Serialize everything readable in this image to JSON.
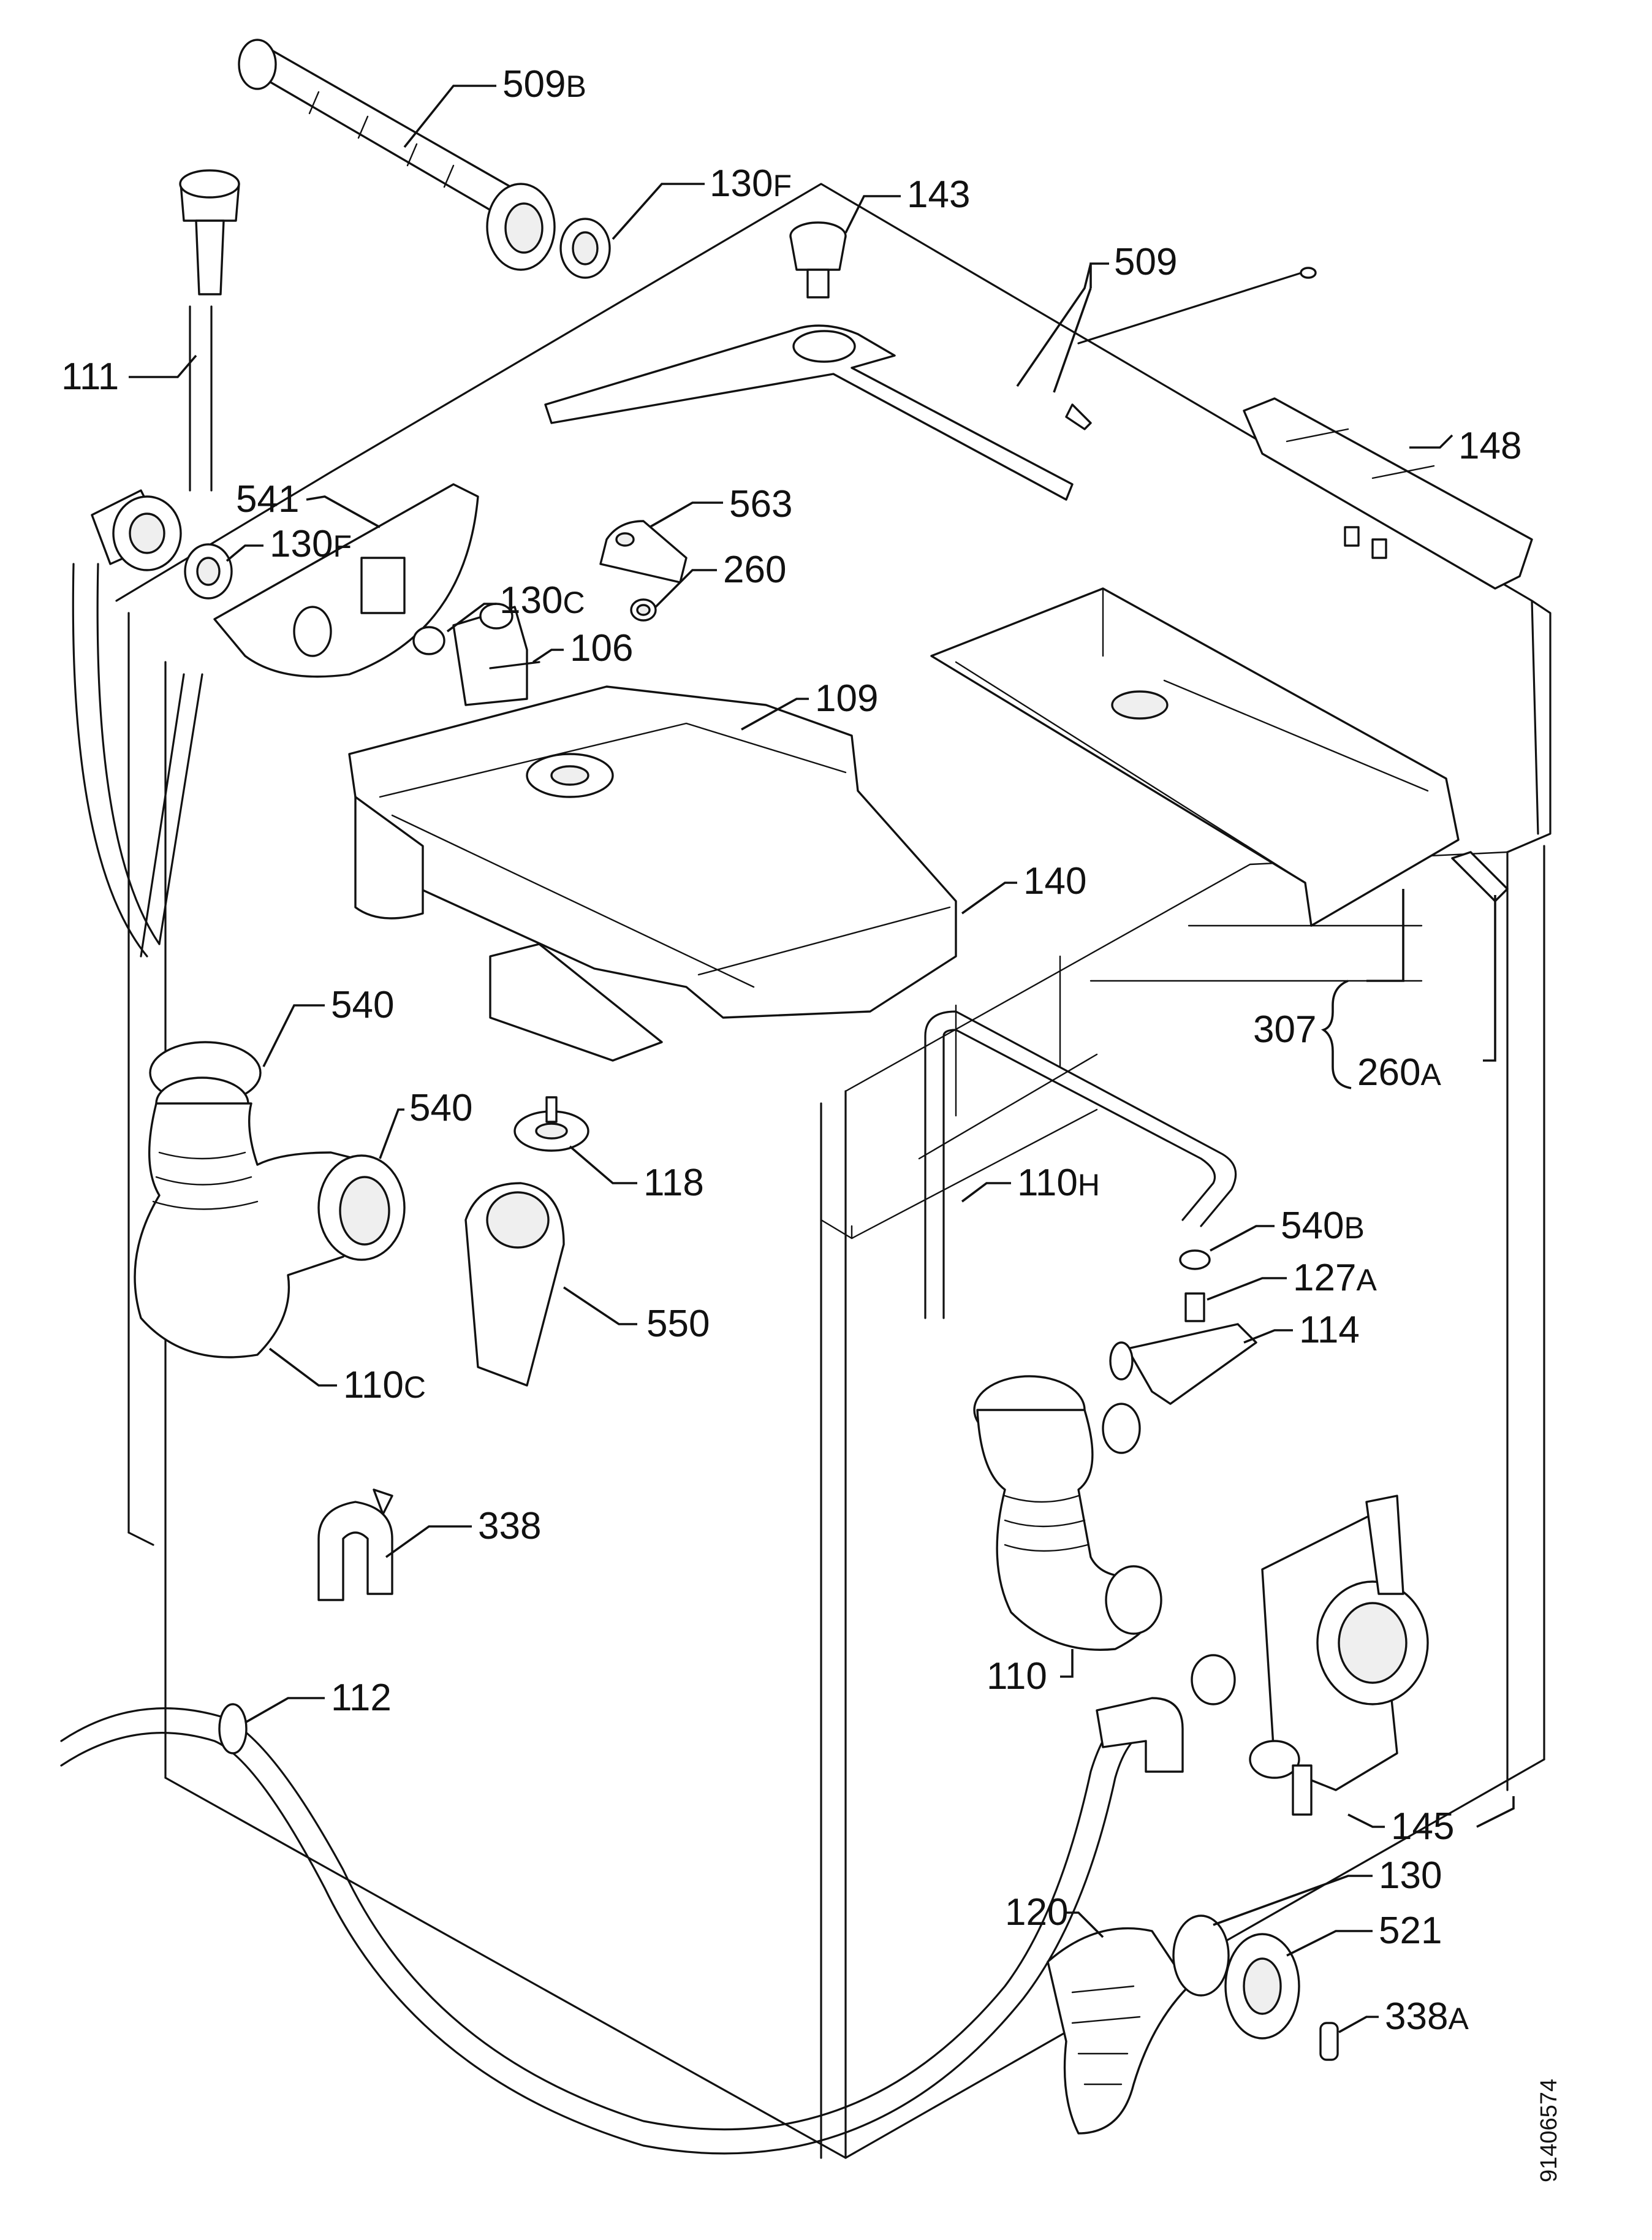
{
  "document_code": "91406574",
  "labels": [
    {
      "id": "509b",
      "num": "509",
      "suf": "B"
    },
    {
      "id": "130f_top",
      "num": "130",
      "suf": "F"
    },
    {
      "id": "143",
      "num": "143",
      "suf": ""
    },
    {
      "id": "509",
      "num": "509",
      "suf": ""
    },
    {
      "id": "111",
      "num": "111",
      "suf": ""
    },
    {
      "id": "148",
      "num": "148",
      "suf": ""
    },
    {
      "id": "541",
      "num": "541",
      "suf": ""
    },
    {
      "id": "563",
      "num": "563",
      "suf": ""
    },
    {
      "id": "130f_mid",
      "num": "130",
      "suf": "F"
    },
    {
      "id": "260",
      "num": "260",
      "suf": ""
    },
    {
      "id": "130c",
      "num": "130",
      "suf": "C"
    },
    {
      "id": "106",
      "num": "106",
      "suf": ""
    },
    {
      "id": "109",
      "num": "109",
      "suf": ""
    },
    {
      "id": "140",
      "num": "140",
      "suf": ""
    },
    {
      "id": "540_a",
      "num": "540",
      "suf": ""
    },
    {
      "id": "307",
      "num": "307",
      "suf": ""
    },
    {
      "id": "260a",
      "num": "260",
      "suf": "A"
    },
    {
      "id": "540_b",
      "num": "540",
      "suf": ""
    },
    {
      "id": "118",
      "num": "118",
      "suf": ""
    },
    {
      "id": "110h",
      "num": "110",
      "suf": "H"
    },
    {
      "id": "540b",
      "num": "540",
      "suf": "B"
    },
    {
      "id": "127a",
      "num": "127",
      "suf": "A"
    },
    {
      "id": "550",
      "num": "550",
      "suf": ""
    },
    {
      "id": "114",
      "num": "114",
      "suf": ""
    },
    {
      "id": "110c",
      "num": "110",
      "suf": "C"
    },
    {
      "id": "338",
      "num": "338",
      "suf": ""
    },
    {
      "id": "110",
      "num": "110",
      "suf": ""
    },
    {
      "id": "112",
      "num": "112",
      "suf": ""
    },
    {
      "id": "145",
      "num": "145",
      "suf": ""
    },
    {
      "id": "130",
      "num": "130",
      "suf": ""
    },
    {
      "id": "120",
      "num": "120",
      "suf": ""
    },
    {
      "id": "521",
      "num": "521",
      "suf": ""
    },
    {
      "id": "338a",
      "num": "338",
      "suf": "A"
    }
  ]
}
